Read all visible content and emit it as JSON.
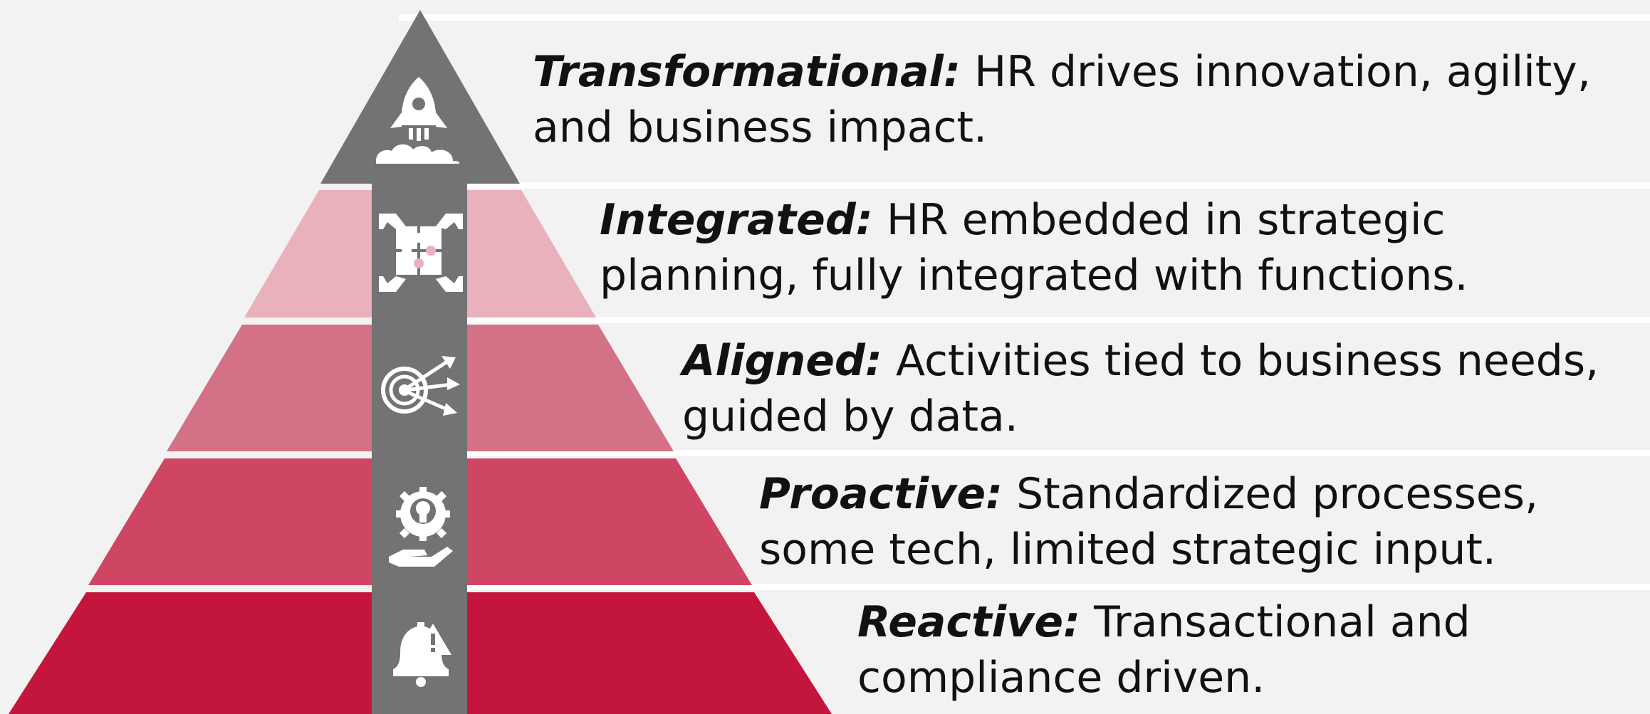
{
  "levels": [
    {
      "name": "Transformational:",
      "desc_line1": "HR drives innovation, agility,",
      "desc_line2": "and business impact.",
      "color": "#737373",
      "icon": "rocket-icon"
    },
    {
      "name": "Integrated:",
      "desc_line1": "HR embedded in strategic",
      "desc_line2": "planning, fully integrated with functions.",
      "color": "#e8b1bc",
      "icon": "puzzle-hands-icon"
    },
    {
      "name": "Aligned:",
      "desc_line1": "Activities tied to business needs,",
      "desc_line2": "guided by data.",
      "color": "#d37286",
      "icon": "target-arrows-icon"
    },
    {
      "name": "Proactive:",
      "desc_line1": "Standardized processes,",
      "desc_line2": "some tech, limited strategic input.",
      "color": "#cf4664",
      "icon": "lightbulb-gear-hand-icon"
    },
    {
      "name": "Reactive:",
      "desc_line1": "Transactional and",
      "desc_line2": "compliance driven.",
      "color": "#c4163c",
      "icon": "alarm-bell-icon"
    }
  ],
  "colors": {
    "background": "#f2f2f2",
    "text_band": "#f2f2f2",
    "separator": "#ffffff",
    "arrow": "#737373",
    "icon": "#ffffff"
  }
}
